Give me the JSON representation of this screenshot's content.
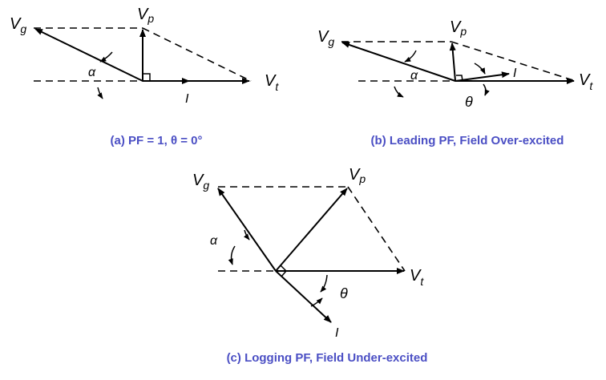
{
  "colors": {
    "caption": "#4b4fc4",
    "lines": "#000000"
  },
  "diagram_a": {
    "caption": "(a) PF = 1,  θ = 0°",
    "labels": {
      "vg": "V",
      "vg_sub": "g",
      "vp": "V",
      "vp_sub": "p",
      "vt": "V",
      "vt_sub": "t",
      "i": "I",
      "alpha": "α"
    }
  },
  "diagram_b": {
    "caption": "(b) Leading PF, Field Over-excited",
    "labels": {
      "vg": "V",
      "vg_sub": "g",
      "vp": "V",
      "vp_sub": "p",
      "vt": "V",
      "vt_sub": "t",
      "i": "I",
      "alpha": "α",
      "theta": "θ"
    }
  },
  "diagram_c": {
    "caption": "(c) Logging PF, Field Under-excited",
    "labels": {
      "vg": "V",
      "vg_sub": "g",
      "vp": "V",
      "vp_sub": "p",
      "vt": "V",
      "vt_sub": "t",
      "i": "I",
      "alpha": "α",
      "theta": "θ"
    }
  }
}
